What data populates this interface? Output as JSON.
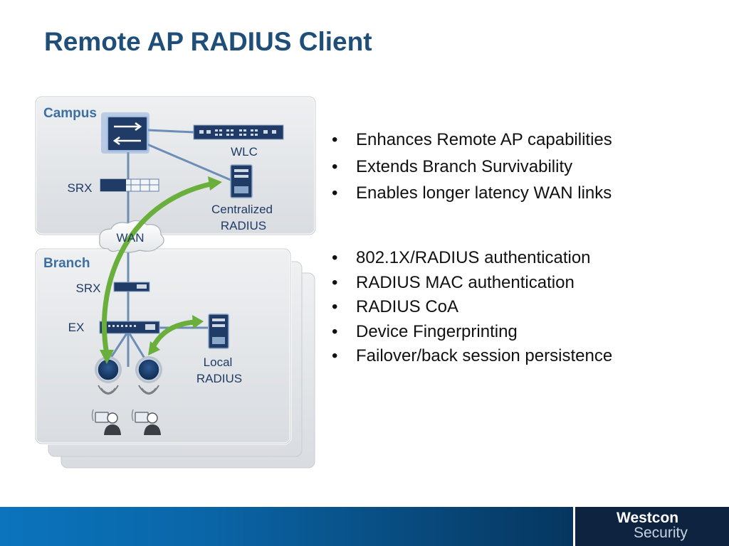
{
  "slide": {
    "title": "Remote AP RADIUS Client"
  },
  "diagram": {
    "campus_label": "Campus",
    "branch_label": "Branch",
    "wlc_label": "WLC",
    "srx_campus_label": "SRX",
    "centralized_radius_label_line1": "Centralized",
    "centralized_radius_label_line2": "RADIUS",
    "wan_label": "WAN",
    "srx_branch_label": "SRX",
    "ex_label": "EX",
    "local_radius_label_line1": "Local",
    "local_radius_label_line2": "RADIUS",
    "colors": {
      "zone_label": "#3d6fa3",
      "arrow": "#6aae3c",
      "device": "#1f3b66",
      "link": "#6c8db5"
    }
  },
  "bullets_group1": [
    "Enhances Remote AP capabilities",
    "Extends Branch Survivability",
    "Enables longer latency WAN links"
  ],
  "bullets_group2": [
    "802.1X/RADIUS authentication",
    "RADIUS MAC authentication",
    "RADIUS CoA",
    "Device Fingerprinting",
    "Failover/back session persistence"
  ],
  "bullet_glyph": "•",
  "footer": {
    "logo_line1": "Westcon",
    "logo_line2": "Security"
  }
}
